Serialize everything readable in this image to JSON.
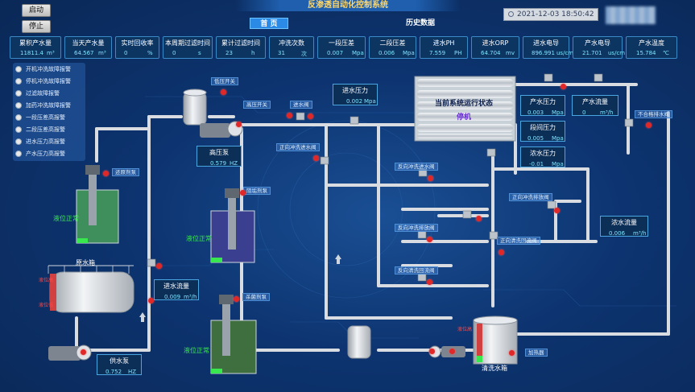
{
  "controls": {
    "start_label": "启动",
    "stop_label": "停止"
  },
  "header": {
    "title": "反渗透自动化控制系统",
    "nav_home": "首 页",
    "nav_history": "历史数据",
    "datetime": "2021-12-03 18:50:42"
  },
  "meters": [
    {
      "label": "累积产水量",
      "value": "11811.4",
      "unit": "m³"
    },
    {
      "label": "当天产水量",
      "value": "64.567",
      "unit": "m³"
    },
    {
      "label": "实时回收率",
      "value": "0",
      "unit": "%"
    },
    {
      "label": "本周期过滤时间",
      "value": "0",
      "unit": "s"
    },
    {
      "label": "累计过滤时间",
      "value": "23",
      "unit": "h"
    },
    {
      "label": "冲洗次数",
      "value": "31",
      "unit": "次"
    },
    {
      "label": "一段压差",
      "value": "0.007",
      "unit": "Mpa"
    },
    {
      "label": "二段压差",
      "value": "0.006",
      "unit": "Mpa"
    },
    {
      "label": "进水PH",
      "value": "7.559",
      "unit": "PH"
    },
    {
      "label": "进水ORP",
      "value": "64.704",
      "unit": "mv"
    },
    {
      "label": "进水电导",
      "value": "896.991",
      "unit": "us/cm"
    },
    {
      "label": "产水电导",
      "value": "21.701",
      "unit": "us/cm"
    },
    {
      "label": "产水温度",
      "value": "15.784",
      "unit": "℃"
    }
  ],
  "alarms": [
    "开机冲洗故障报警",
    "停机冲洗故障报警",
    "过滤故障报警",
    "加药冲洗故障报警",
    "一段压差高报警",
    "二段压差高报警",
    "进水压力高报警",
    "产水压力高报警"
  ],
  "process": {
    "low_pressure_switch": "低压开关",
    "high_pressure_switch": "高压开关",
    "inlet_valve": "进水阀",
    "inlet_pressure": {
      "label": "进水压力",
      "value": "0.002",
      "unit": "Mpa"
    },
    "system_status_title": "当前系统运行状态",
    "system_status_value": "停机",
    "product_pressure": {
      "label": "产水压力",
      "value": "0.003",
      "unit": "Mpa"
    },
    "product_flow": {
      "label": "产水流量",
      "value": "0",
      "unit": "m³/h"
    },
    "stage_pressure": {
      "label": "段间压力",
      "value": "0.005",
      "unit": "Mpa"
    },
    "conc_pressure": {
      "label": "浓水压力",
      "value": "-0.01",
      "unit": "Mpa"
    },
    "conc_flow": {
      "label": "浓水流量",
      "value": "0.006",
      "unit": "m³/h"
    },
    "reject_valve": "不合格排水阀",
    "high_pressure_pump": {
      "label": "高压泵",
      "value": "0.579",
      "unit": "HZ"
    },
    "forward_flush_inlet": "正向冲洗进水阀",
    "reverse_flush_inlet": "反向冲洗进水阀",
    "forward_flush_drain": "正向冲洗排放阀",
    "reverse_flush_drain": "反向冲洗排放阀",
    "reverse_clean_return": "反向清洗回流阀",
    "forward_clean_return": "正向清洗回流阀",
    "scale_pump": "还原剂泵",
    "antiscalant_pump": "阻垢剂泵",
    "acid_pump": "杀菌剂泵",
    "level_normal": "液位正常",
    "raw_tank": "原水箱",
    "tank_high": "液位高",
    "tank_low": "液位低",
    "feed_flow": {
      "label": "进水流量",
      "value": "0.009",
      "unit": "m³/h"
    },
    "feed_pump": {
      "label": "供水泵",
      "value": "0.752",
      "unit": "HZ"
    },
    "clean_tank": "清洗水箱",
    "heater": "加热器",
    "clean_tank_high": "液位高"
  },
  "colors": {
    "background": "#0d3470",
    "pipe": "#d8dde3",
    "accent_cyan": "#7fe3ff",
    "alarm_red": "#e02828",
    "level_green": "#38e84e",
    "status_purple": "#6a2fd6"
  }
}
